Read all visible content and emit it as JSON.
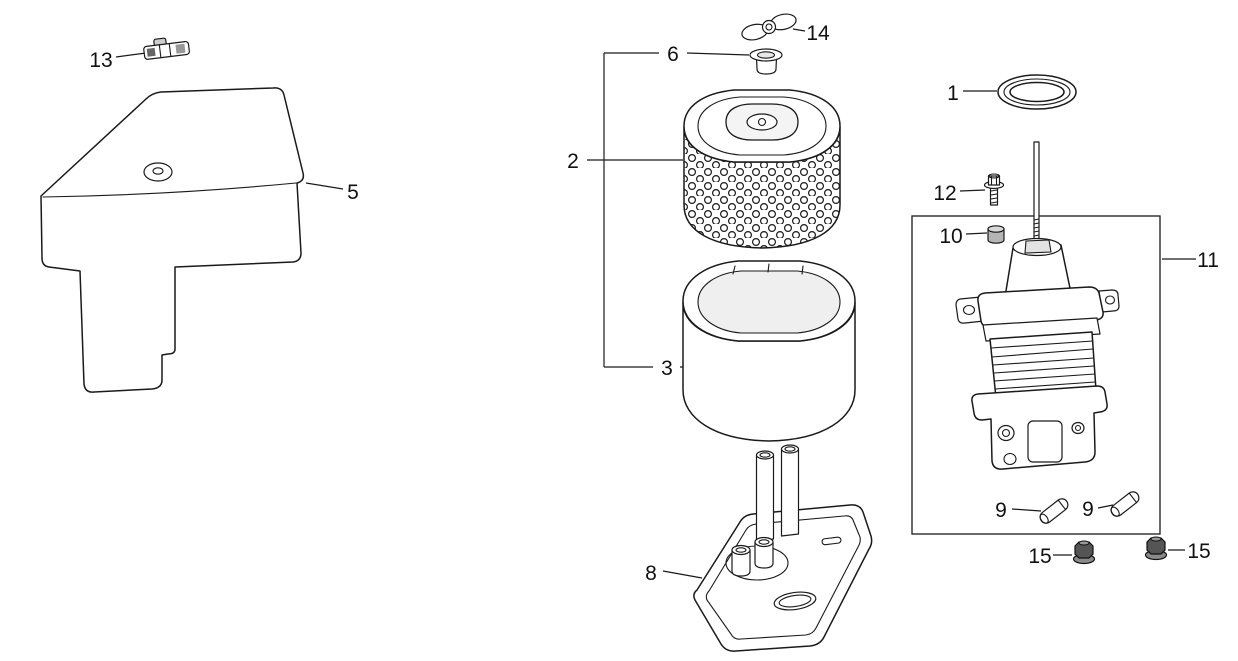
{
  "colors": {
    "background": "#ffffff",
    "line": "#1a1a1a",
    "label_text": "#111111"
  },
  "callouts": {
    "n1": "1",
    "n2": "2",
    "n3": "3",
    "n5": "5",
    "n6": "6",
    "n8": "8",
    "n9a": "9",
    "n9b": "9",
    "n10": "10",
    "n11": "11",
    "n12": "12",
    "n13": "13",
    "n14": "14",
    "n15a": "15",
    "n15b": "15"
  }
}
